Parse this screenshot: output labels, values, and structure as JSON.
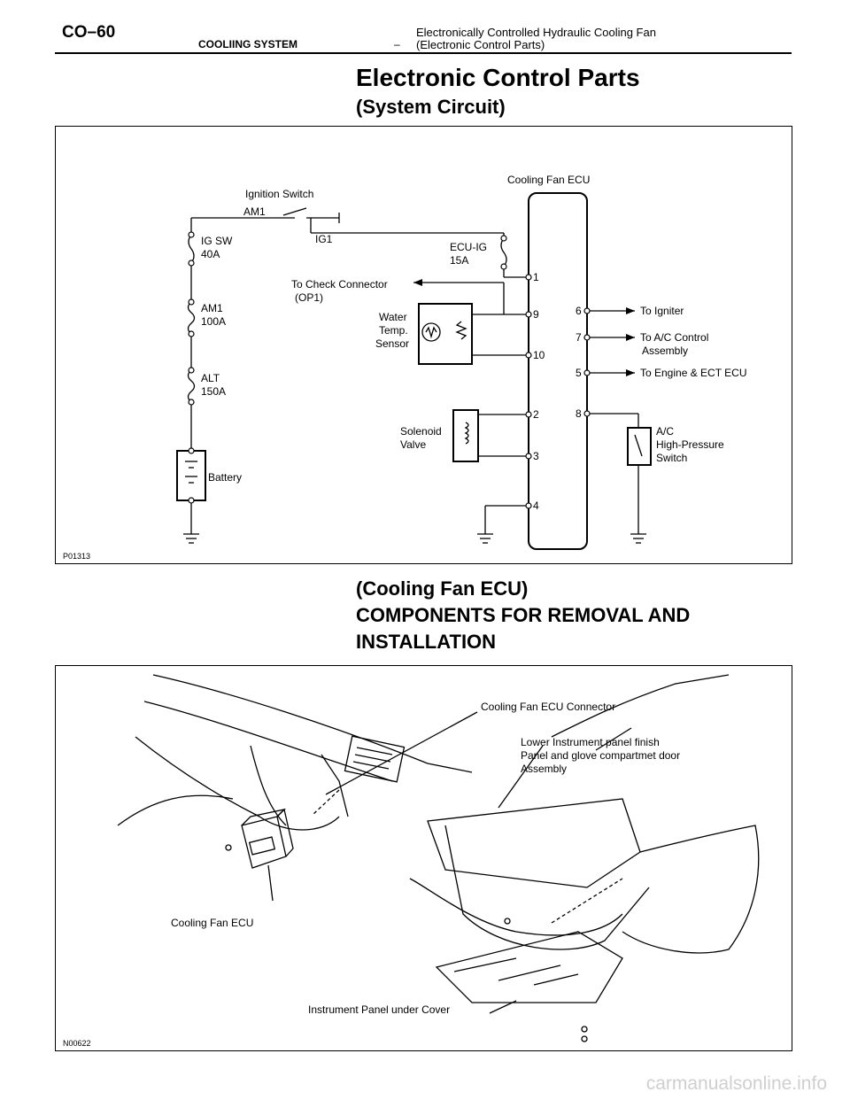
{
  "header": {
    "page_number": "CO–60",
    "section": "COOLIING SYSTEM",
    "dash": "–",
    "title_line1": "Electronically Controlled Hydraulic Cooling Fan",
    "title_line2": "(Electronic Control Parts)"
  },
  "heading": {
    "main": "Electronic Control Parts",
    "system_circuit": "(System Circuit)",
    "ecu_line1": "(Cooling Fan ECU)",
    "ecu_line2": "COMPONENTS FOR REMOVAL AND",
    "ecu_line3": "INSTALLATION"
  },
  "circuit": {
    "figure_id": "P01313",
    "ecu_label": "Cooling Fan ECU",
    "ignition_switch": "Ignition Switch",
    "am1_switch": "AM1",
    "ig1": "IG1",
    "ig_sw": "IG SW",
    "ig_sw_amp": "40A",
    "am1_fuse": "AM1",
    "am1_amp": "100A",
    "alt": "ALT",
    "alt_amp": "150A",
    "battery": "Battery",
    "ecu_ig": "ECU-IG",
    "ecu_ig_amp": "15A",
    "check_conn_1": "To Check Connector",
    "check_conn_2": "(OP1)",
    "water_1": "Water",
    "water_2": "Temp.",
    "water_3": "Sensor",
    "solenoid_1": "Solenoid",
    "solenoid_2": "Valve",
    "to_igniter": "To Igniter",
    "to_ac_1": "To A/C Control",
    "to_ac_2": "Assembly",
    "to_engine": "To Engine & ECT ECU",
    "ac_sw_1": "A/C",
    "ac_sw_2": "High-Pressure",
    "ac_sw_3": "Switch",
    "pins_left": [
      "1",
      "9",
      "10",
      "2",
      "3",
      "4"
    ],
    "pins_right": [
      "6",
      "7",
      "5",
      "8"
    ]
  },
  "components": {
    "figure_id": "N00622",
    "ecu_connector": "Cooling Fan ECU Connector",
    "glove_1": "Lower Instrument panel finish",
    "glove_2": "Panel and glove compartmet door",
    "glove_3": "Assembly",
    "ecu": "Cooling Fan ECU",
    "under_cover": "Instrument Panel under Cover"
  },
  "watermark": "carmanualsonline.info"
}
